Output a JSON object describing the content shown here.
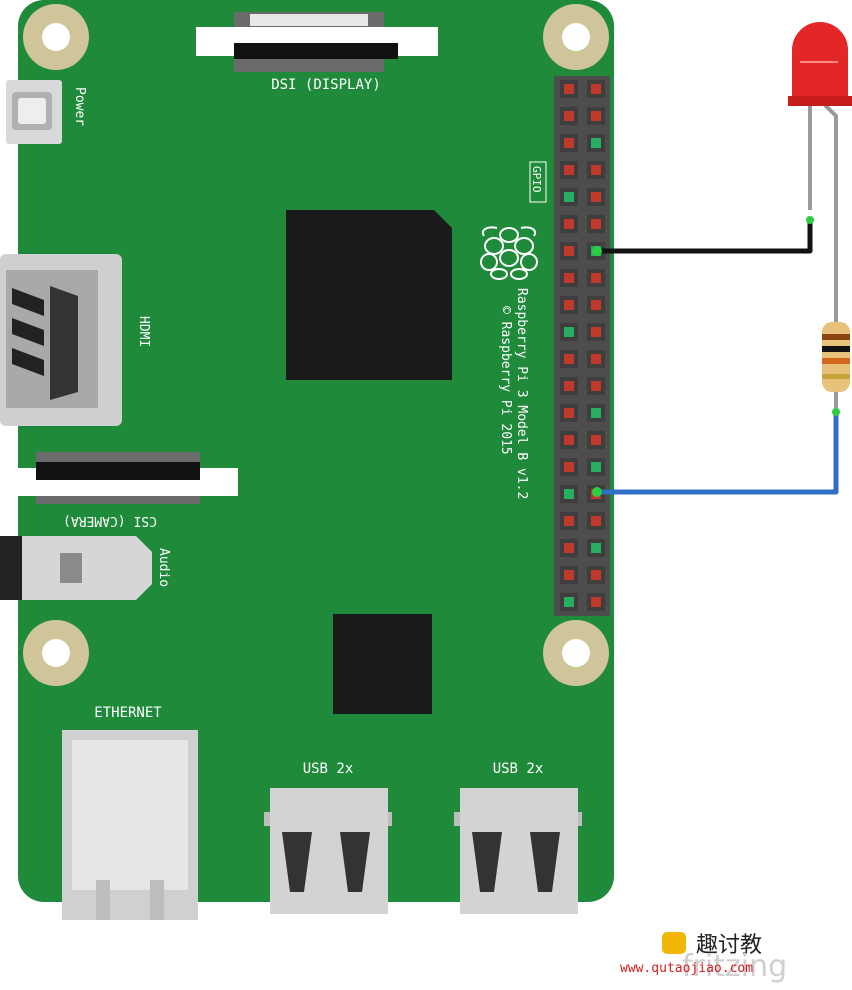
{
  "board": {
    "color": "#1f8a3a",
    "labels": {
      "dsi": "DSI (DISPLAY)",
      "power": "Power",
      "gpio": "GPIO",
      "hdmi": "HDMI",
      "model": "Raspberry Pi 3 Model B v1.2",
      "copyright": "© Raspberry Pi 2015",
      "csi": "CSI (CAMERA)",
      "audio": "Audio",
      "ethernet": "ETHERNET",
      "usb1": "USB 2x",
      "usb2": "USB 2x"
    },
    "header_rows": 20,
    "pin_colors": {
      "power": "#c0392b",
      "ground": "#27ae60"
    }
  },
  "components": {
    "led": {
      "color": "#e32626"
    },
    "wire_black": {
      "color": "#111111"
    },
    "wire_blue": {
      "color": "#2f6fc6"
    },
    "resistor": {
      "body_color": "#e8c27a"
    }
  },
  "watermark": {
    "title": "趣讨教",
    "url": "www.qutaojiao.com",
    "brand": "fritzing"
  }
}
